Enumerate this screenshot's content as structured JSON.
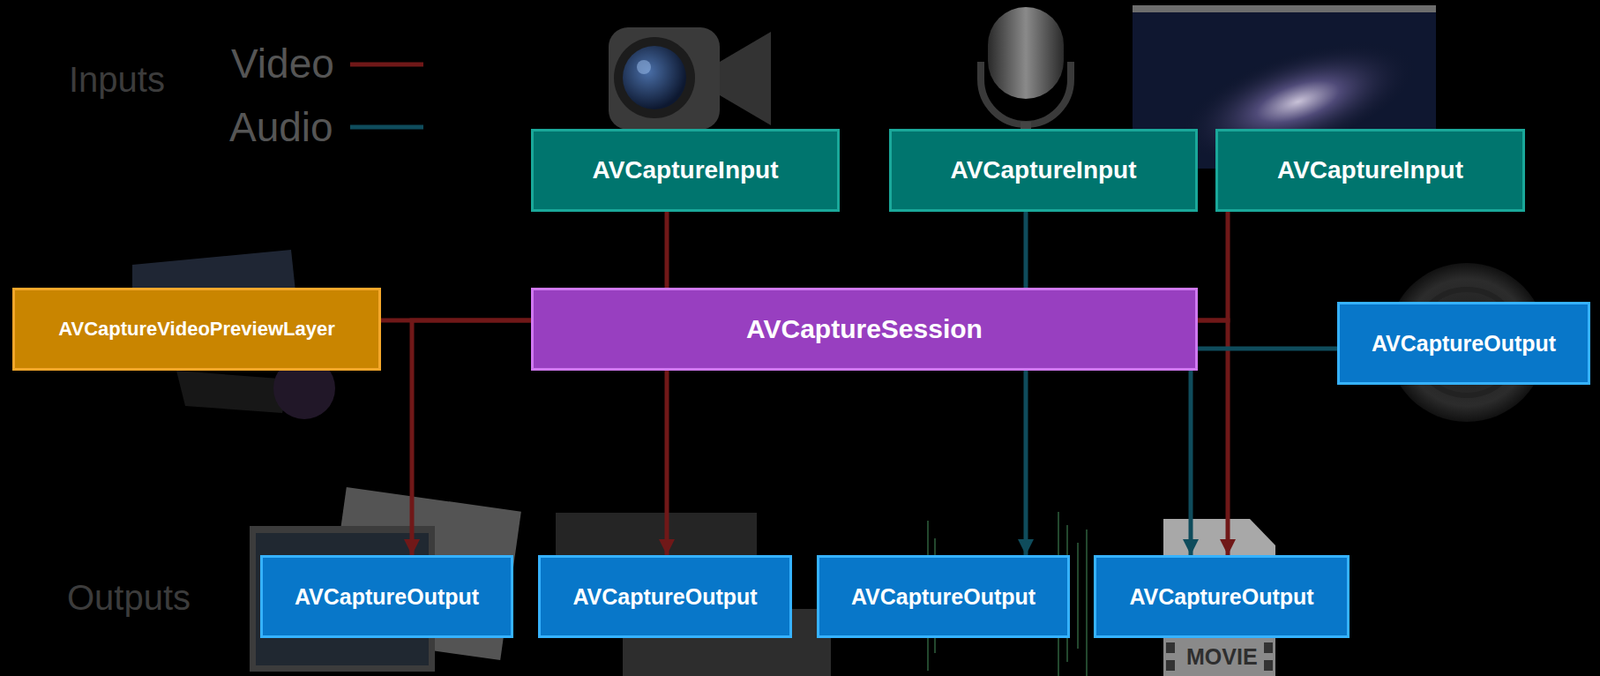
{
  "diagram": {
    "nodes": [
      {
        "text": [
          "AVCaptureInput"
        ]
      },
      {
        "text": [
          "AVCaptureInput"
        ]
      },
      {
        "text": [
          "AVCaptureInput"
        ]
      },
      {
        "text": [
          "AVCaptureVideoPreviewLayer"
        ]
      },
      {
        "text": [
          "AVCaptureSession"
        ]
      },
      {
        "text": [
          "AVCaptureOutput"
        ]
      },
      {
        "text": [
          "AVCaptureOutput"
        ]
      },
      {
        "text": [
          "AVCaptureOutput"
        ]
      },
      {
        "text": [
          "AVCaptureOutput"
        ]
      },
      {
        "text": [
          "AVCaptureOutput"
        ]
      }
    ],
    "edges": [
      {
        "from": 0,
        "to": 4,
        "arrow": "none"
      },
      {
        "from": 1,
        "to": 4,
        "arrow": "none"
      },
      {
        "from": 2,
        "to": 4,
        "arrow": "none"
      },
      {
        "from": 4,
        "to": 3,
        "arrow": "none"
      },
      {
        "from": 4,
        "to": 6,
        "arrow": "to"
      },
      {
        "from": 4,
        "to": 7,
        "arrow": "to"
      },
      {
        "from": 4,
        "to": 8,
        "arrow": "to"
      },
      {
        "from": 4,
        "to": 9,
        "arrow": "to"
      },
      {
        "from": 4,
        "to": 9,
        "arrow": "to"
      },
      {
        "from": 4,
        "to": 5,
        "arrow": "none"
      }
    ],
    "labels": [
      "Inputs",
      "Outputs",
      "MOVIE"
    ],
    "legend": [
      {
        "text": "Video"
      },
      {
        "text": "Audio"
      }
    ]
  }
}
